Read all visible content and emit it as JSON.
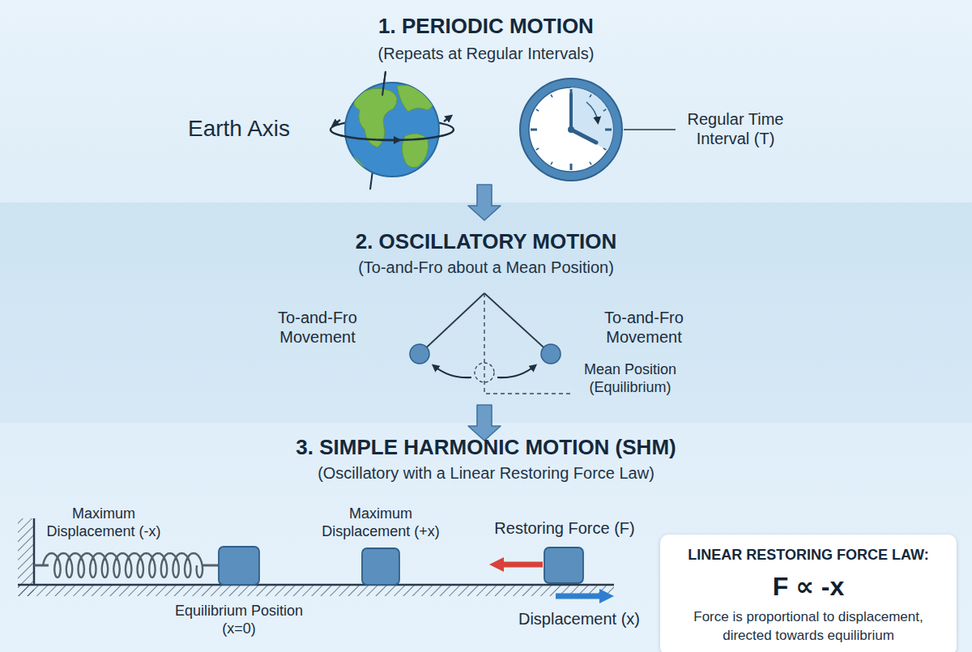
{
  "diagram": {
    "nodes": [
      {
        "text": [
          "1. PERIODIC MOTION",
          "(Repeats at Regular Intervals)"
        ]
      },
      {
        "text": [
          "2. OSCILLATORY MOTION",
          "(To-and-Fro about a Mean Position)"
        ]
      },
      {
        "text": [
          "3. SIMPLE HARMONIC MOTION (SHM)",
          "(Oscillatory with a Linear Restoring Force Law)"
        ]
      },
      {
        "text": [
          "LINEAR RESTORING FORCE LAW:",
          "F ∝ -x",
          "Force is proportional to displacement, directed towards equilibrium"
        ],
        "in": 2
      }
    ],
    "edges": [
      {
        "from": 0,
        "to": 1,
        "arrow": "to"
      },
      {
        "from": 1,
        "to": 2,
        "arrow": "to"
      }
    ],
    "labels": [
      "Earth Axis",
      "Regular Time Interval (T)",
      "To-and-Fro Movement",
      "To-and-Fro Movement",
      "Mean Position (Equilibrium)",
      "Maximum Displacement (-x)",
      "Maximum Displacement (+x)",
      "Equilibrium Position (x=0)",
      "Restoring Force (F)",
      "Displacement (x)"
    ]
  }
}
